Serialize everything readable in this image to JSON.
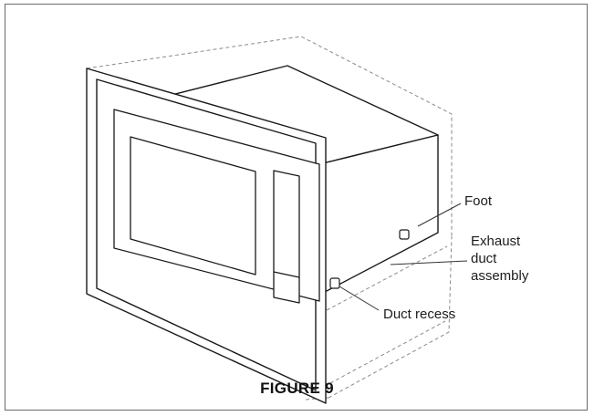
{
  "labels": {
    "foot": "Foot",
    "exhaust_line1": "Exhaust",
    "exhaust_line2": "duct",
    "exhaust_line3": "assembly",
    "duct_recess": "Duct recess"
  },
  "caption": "FIGURE 9",
  "colors": {
    "line": "#1a1a1a",
    "dashed": "#8a8a8a",
    "frame": "#6a6a6a"
  }
}
